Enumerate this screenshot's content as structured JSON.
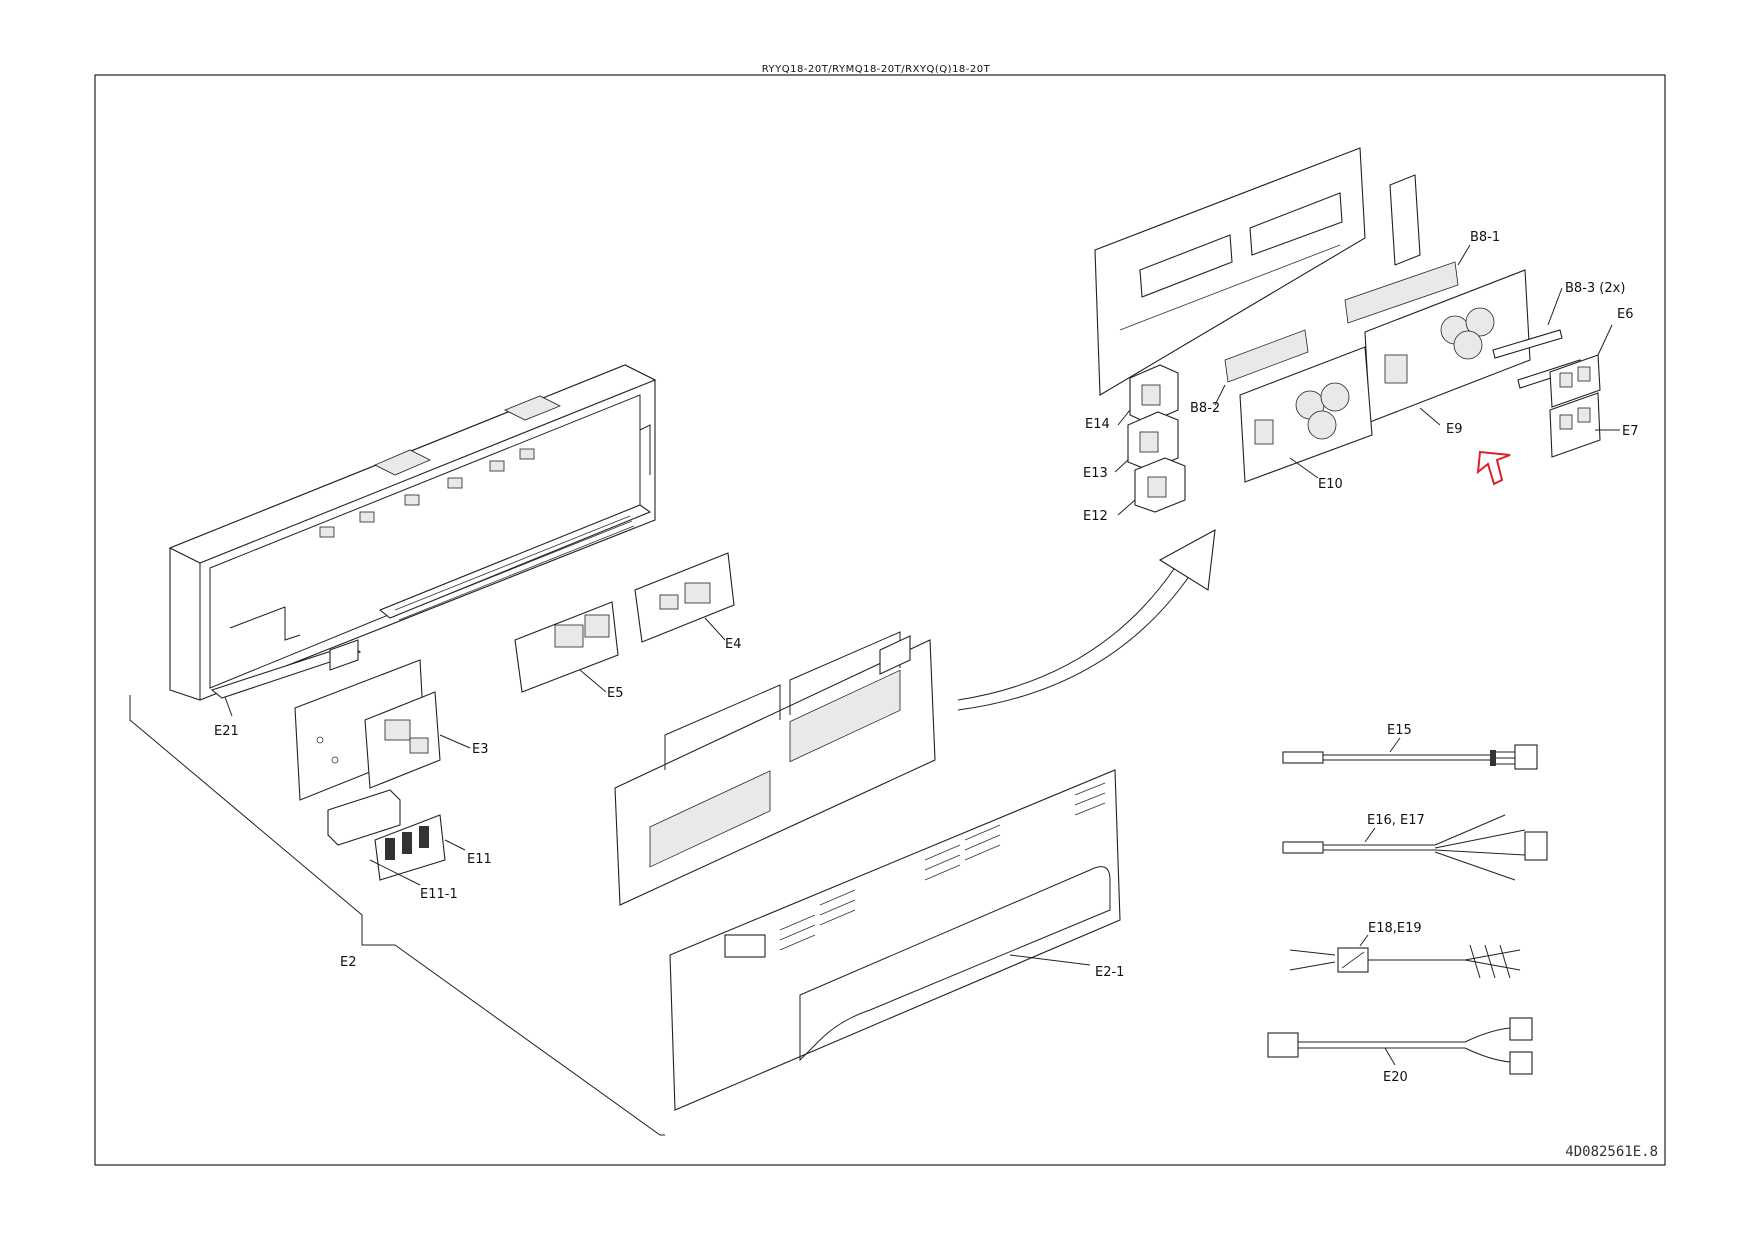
{
  "diagram": {
    "title": "RYYQ18-20T/RYMQ18-20T/RXYQ(Q)18-20T",
    "doc_number": "4D082561E.8",
    "labels": {
      "E2": "E2",
      "E2_1": "E2-1",
      "E3": "E3",
      "E4": "E4",
      "E5": "E5",
      "E6": "E6",
      "E7": "E7",
      "E9": "E9",
      "E10": "E10",
      "E11": "E11",
      "E11_1": "E11-1",
      "E12": "E12",
      "E13": "E13",
      "E14": "E14",
      "E15": "E15",
      "E16_E17": "E16, E17",
      "E18_E19": "E18,E19",
      "E20": "E20",
      "E21": "E21",
      "B8_1": "B8-1",
      "B8_2": "B8-2",
      "B8_3": "B8-3 (2x)"
    },
    "highlight_color": "#d8232a"
  }
}
